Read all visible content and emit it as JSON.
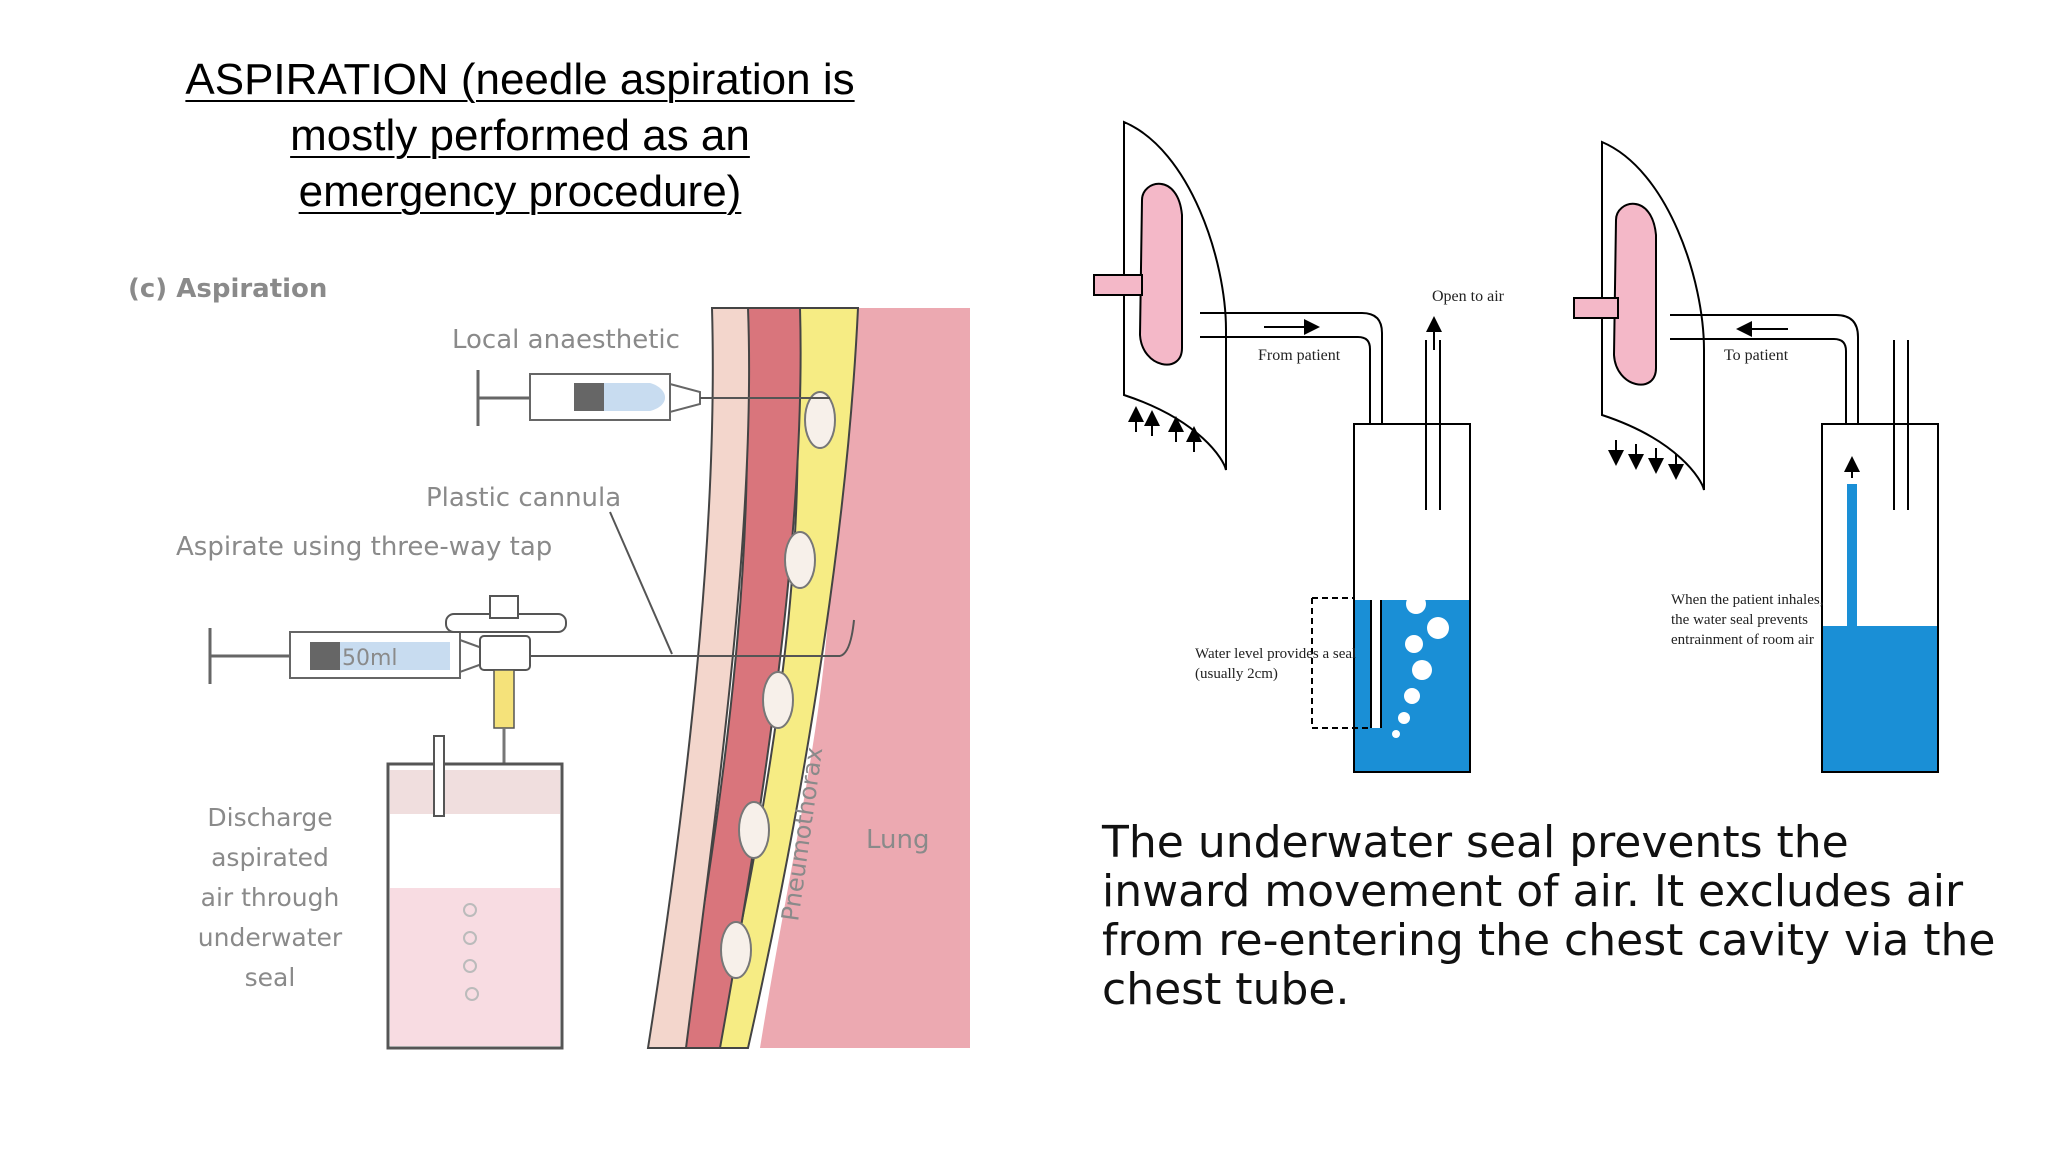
{
  "title": {
    "line1": "ASPIRATION (needle aspiration is",
    "line2": "mostly performed as an",
    "line3": "emergency procedure)"
  },
  "aspiration_figure": {
    "heading": "(c) Aspiration",
    "local_anaesthetic": "Local anaesthetic",
    "plastic_cannula": "Plastic cannula",
    "three_way_tap": "Aspirate using three-way tap",
    "syringe_volume": "50ml",
    "discharge_lines": [
      "Discharge",
      "aspirated",
      "air through",
      "underwater",
      "seal"
    ],
    "pneumothorax": "Pneumothorax",
    "lung": "Lung"
  },
  "seal_figure": {
    "open_to_air": "Open to air",
    "from_patient": "From patient",
    "to_patient": "To patient",
    "water_level_lines": [
      "Water level provides a seal",
      "(usually 2cm)"
    ],
    "inhale_lines": [
      "When the patient inhales,",
      "the water seal prevents",
      "entrainment of room air"
    ]
  },
  "description": "The underwater seal prevents the inward movement of air. It excludes air from re-entering the chest cavity via the chest tube.",
  "colors": {
    "lung_pink": "#f4b8c8",
    "water_blue": "#1a8fd6",
    "pleura_yellow": "#f6ec84",
    "chest_wall_red": "#d9757c",
    "lung_tissue": "#ecaab2"
  }
}
